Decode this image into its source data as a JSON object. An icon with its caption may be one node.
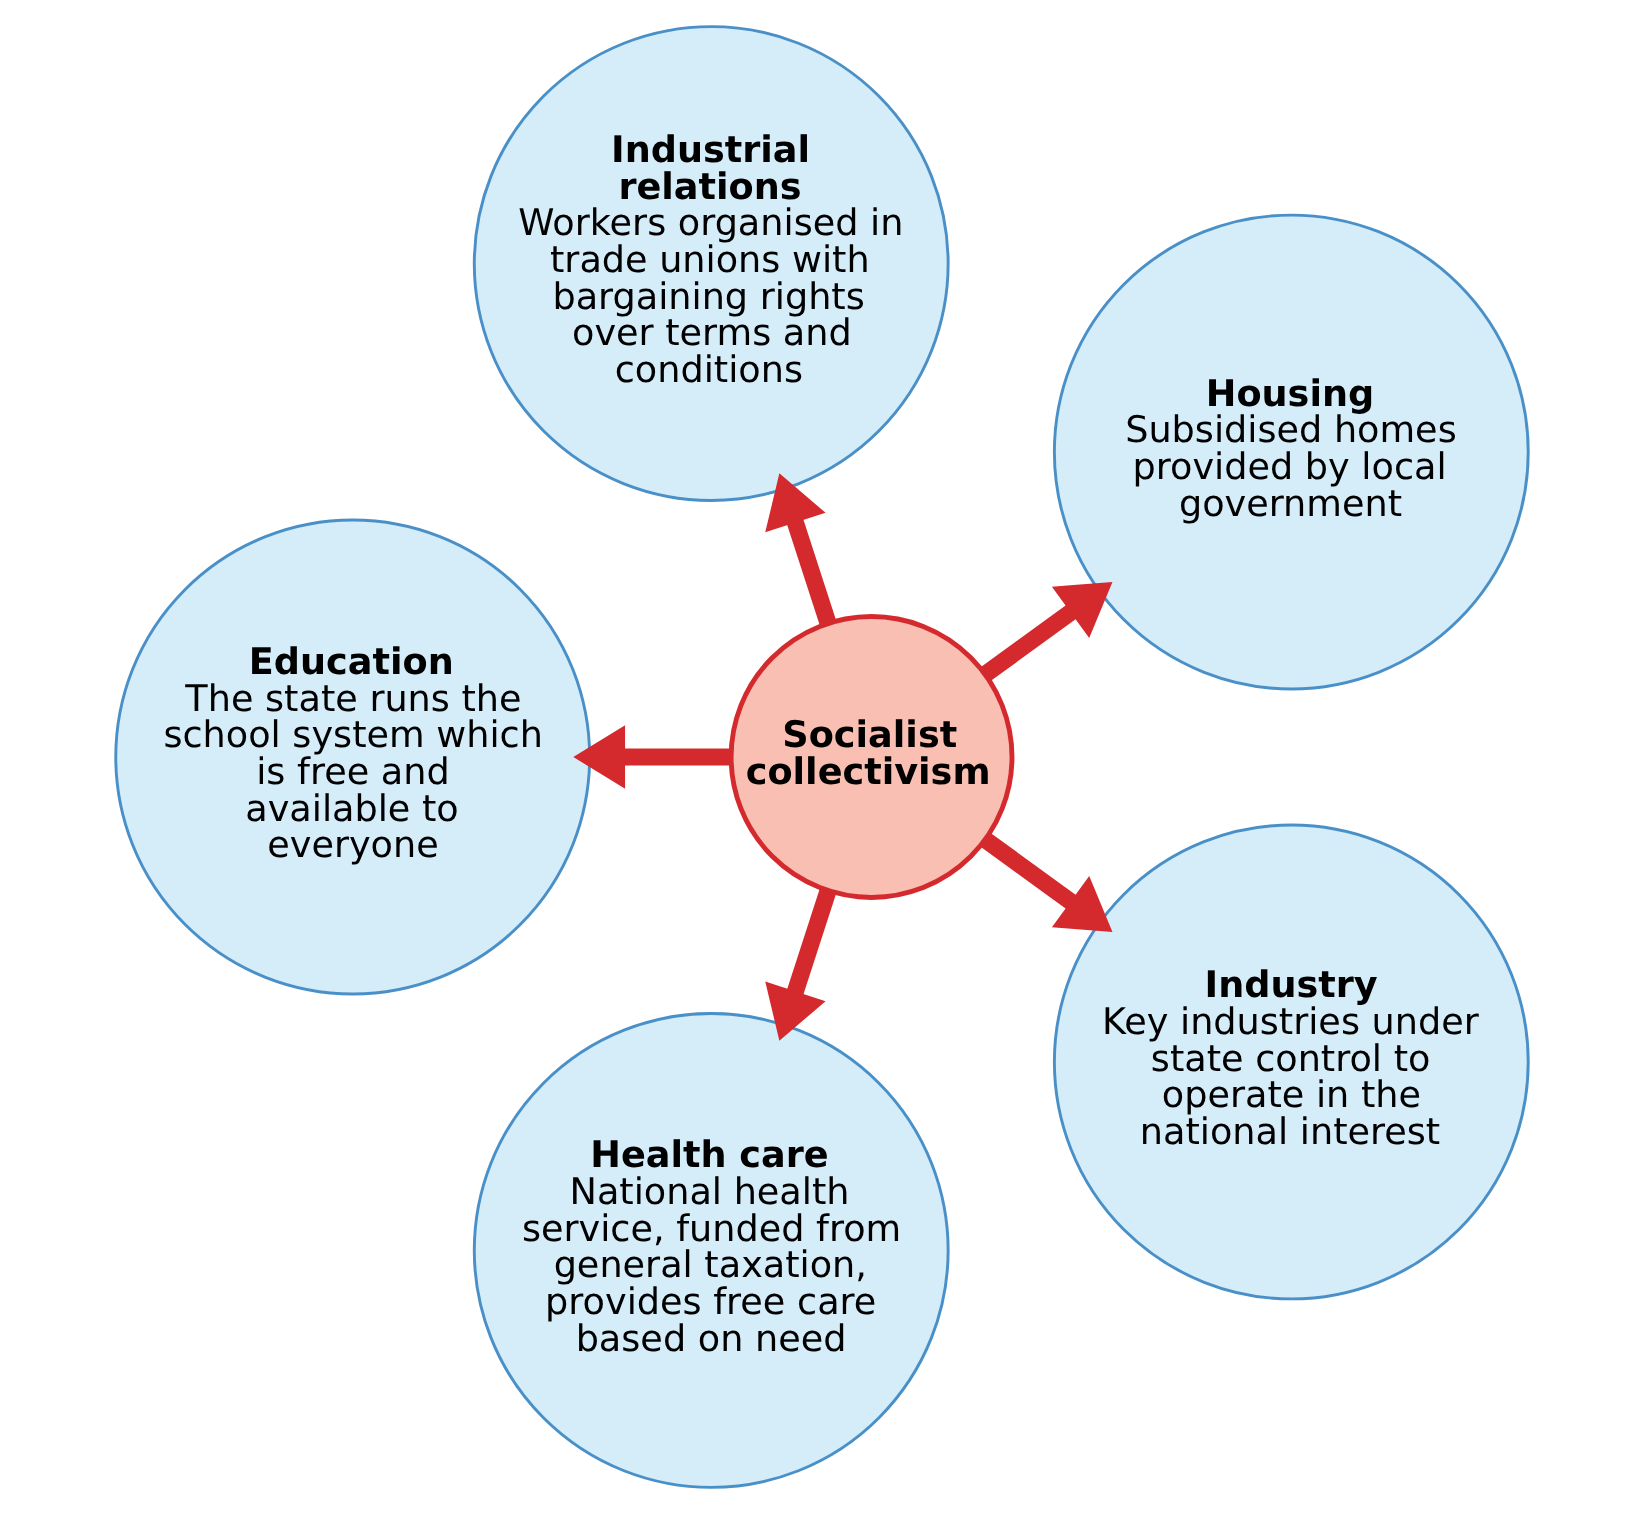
{
  "diagram": {
    "nodes": [
      {
        "text": [
          "Housing",
          "Subsidised homes provided by local government"
        ]
      },
      {
        "text": [
          "Industrial relations",
          "Workers organised in trade unions with bargaining rights over terms and conditions"
        ]
      },
      {
        "text": [
          "Education",
          "The state runs the school system which is free and available to everyone"
        ]
      },
      {
        "text": [
          "Socialist collectivism"
        ]
      },
      {
        "text": [
          "Health care",
          "National health service, funded from general taxation, provides free care based on need"
        ]
      },
      {
        "text": [
          "Industry",
          "Key industries under state control to operate in the national interest"
        ]
      }
    ],
    "edges": [
      {
        "from": 3,
        "to": 0,
        "arrow": "to"
      },
      {
        "from": 3,
        "to": 1,
        "arrow": "to"
      },
      {
        "from": 3,
        "to": 2,
        "arrow": "to"
      },
      {
        "from": 3,
        "to": 4,
        "arrow": "to"
      },
      {
        "from": 3,
        "to": 5,
        "arrow": "to"
      }
    ]
  }
}
